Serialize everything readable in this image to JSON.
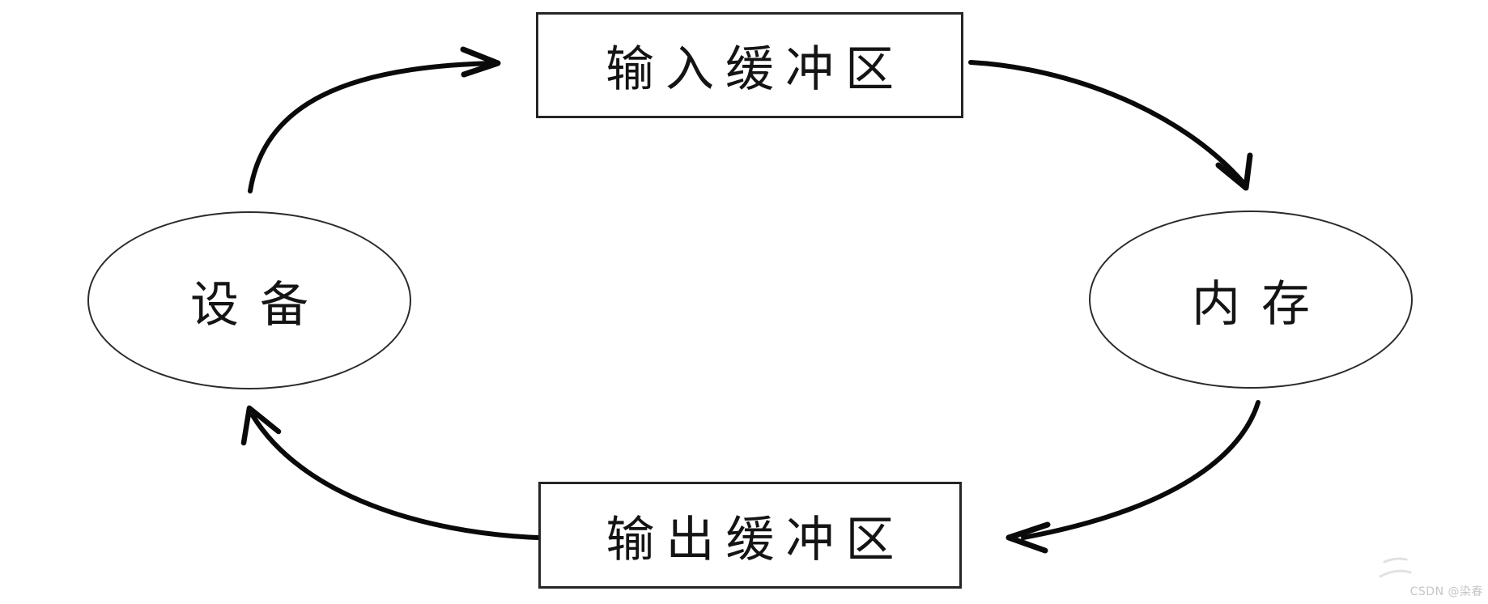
{
  "diagram": {
    "nodes": {
      "input_buffer": {
        "label": "输入缓冲区",
        "shape": "rectangle"
      },
      "memory": {
        "label": "内存",
        "shape": "ellipse"
      },
      "output_buffer": {
        "label": "输出缓冲区",
        "shape": "rectangle"
      },
      "device": {
        "label": "设备",
        "shape": "ellipse"
      }
    },
    "edges": [
      {
        "from": "设备",
        "to": "输入缓冲区"
      },
      {
        "from": "输入缓冲区",
        "to": "内存"
      },
      {
        "from": "内存",
        "to": "输出缓冲区"
      },
      {
        "from": "输出缓冲区",
        "to": "设备"
      }
    ],
    "colors": {
      "stroke": "#0a0a0a",
      "node_border": "#262626",
      "background": "#ffffff",
      "watermark": "#c6c6c6"
    }
  },
  "watermark": {
    "text": "CSDN @染春"
  }
}
